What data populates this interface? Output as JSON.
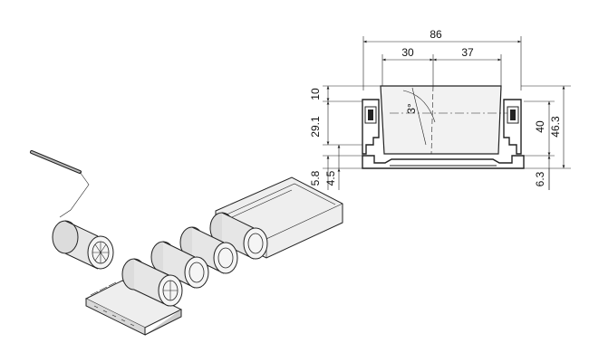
{
  "dimensions": {
    "overall_width": "86",
    "left_part": "30",
    "right_part": "37",
    "top_offset": "10",
    "roller_height": "29.1",
    "channel_height": "5.8",
    "base_height": "4.5",
    "angle": "3°",
    "height_40": "40",
    "height_46": "46.3",
    "bottom_offset": "6.3"
  },
  "colors": {
    "line": "#222222",
    "roller_fill": "#e6e6e6",
    "roller_shade": "#c8c8c8",
    "rail_fill": "#eeeeee",
    "rail_shade": "#bdbdbd"
  }
}
